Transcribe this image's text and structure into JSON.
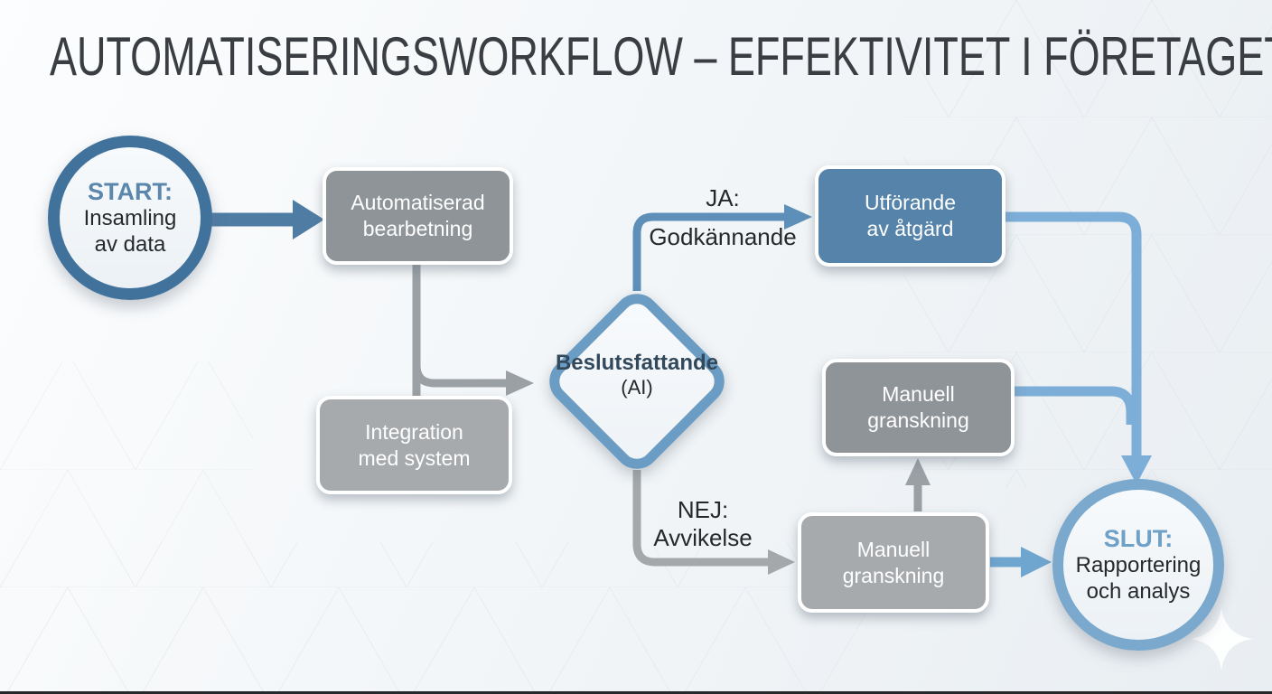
{
  "slide": {
    "title": "AUTOMATISERINGSWORKFLOW – EFFEKTIVITET I FÖRETAGET"
  },
  "nodes": {
    "start": {
      "heading": "START:",
      "line1": "Insamling",
      "line2": "av data"
    },
    "automated": {
      "line1": "Automatiserad",
      "line2": "bearbetning"
    },
    "integration": {
      "line1": "Integration",
      "line2": "med system"
    },
    "decision": {
      "heading": "Beslutsfattande",
      "sub": "(AI)"
    },
    "execute": {
      "line1": "Utförande",
      "line2": "av åtgärd"
    },
    "manual_review_top": {
      "line1": "Manuell",
      "line2": "granskning"
    },
    "manual_review_bottom": {
      "line1": "Manuell",
      "line2": "granskning"
    },
    "end": {
      "heading": "SLUT:",
      "line1": "Rapportering",
      "line2": "och analys"
    }
  },
  "edge_labels": {
    "yes": {
      "line1": "JA:",
      "line2": "Godkännande"
    },
    "no": {
      "line1": "NEJ:",
      "line2": "Avvikelse"
    }
  },
  "colors": {
    "title_text": "#3a3d41",
    "start_border": "#41729c",
    "start_heading": "#5b87ad",
    "end_border": "#7aa9cd",
    "end_heading": "#6fa0c6",
    "decision_border": "#6a9cc4",
    "execute_fill": "#5583aa",
    "box_gray_dark": "#8f9498",
    "box_gray_light": "#a7aaad",
    "connector_gray": "#9aa0a4",
    "connector_blue_mid": "#5d8fb8",
    "connector_blue_light": "#7daed8"
  }
}
